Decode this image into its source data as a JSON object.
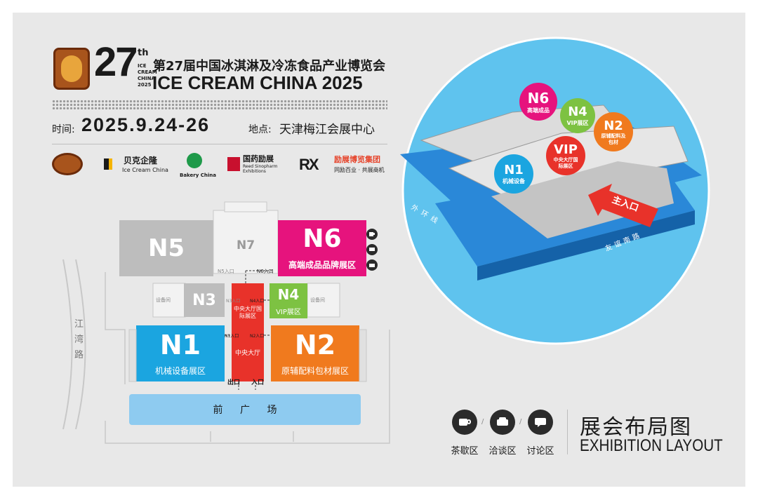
{
  "header": {
    "logo_text": "ICE CREAM CHINA",
    "edition_number": "27",
    "edition_suffix": "th",
    "edition_small_text": "ICE CREAM CHINA 2025",
    "title_cn": "第27届中国冰淇淋及冷冻食品产业博览会",
    "title_en": "ICE CREAM CHINA 2025",
    "date_label": "时间:",
    "date_value": "2025.9.24-26",
    "venue_label": "地点:",
    "venue_value": "天津梅江会展中心"
  },
  "partners": [
    {
      "name": "贝克企隆",
      "sub": "Ice Cream China"
    },
    {
      "name": "Bakery China",
      "sub": ""
    },
    {
      "name": "国药励展",
      "sub": "Reed Sinopharm Exhibitions"
    },
    {
      "name": "励展博览集团",
      "sub": "同励百业 · 共展商机"
    }
  ],
  "floorplan": {
    "halls": {
      "n5": {
        "code": "N5"
      },
      "n7": {
        "code": "N7"
      },
      "n6": {
        "code": "N6",
        "label": "高端成品品牌展区"
      },
      "n3": {
        "code": "N3"
      },
      "n4": {
        "code": "N4",
        "label": "VIP展区"
      },
      "n1": {
        "code": "N1",
        "label": "机械设备展区"
      },
      "n2": {
        "code": "N2",
        "label": "原辅配料包材展区"
      }
    },
    "central_hall_top": "中央大厅国际展区",
    "central_hall_bottom": "中央大厅",
    "entrances": {
      "n6": "N6入口",
      "n4": "N4入口",
      "n1": "N1入口",
      "n2": "N2入口",
      "n5": "N5入口",
      "n3": "N3入口"
    },
    "exit": "出口",
    "entry": "入口",
    "equipment_room": "设备间",
    "plaza": "前 广 场",
    "road": "江湾路"
  },
  "aerial": {
    "n6": {
      "code": "N6",
      "label": "高端成品"
    },
    "n4": {
      "code": "N4",
      "label": "VIP展区"
    },
    "n2": {
      "code": "N2",
      "label": "原辅配料及包材"
    },
    "vip": {
      "code": "VIP",
      "label": "中央大厅国际展区"
    },
    "n1": {
      "code": "N1",
      "label": "机械设备"
    },
    "main_entrance": "主入口",
    "road_outer": "外环线",
    "road_south": "友谊南路"
  },
  "legend": {
    "items": [
      {
        "icon": "coffee-cup-icon",
        "label": "茶歇区"
      },
      {
        "icon": "armchair-icon",
        "label": "洽谈区"
      },
      {
        "icon": "chat-bubble-icon",
        "label": "讨论区"
      }
    ],
    "title_cn": "展会布局图",
    "title_en": "EXHIBITION LAYOUT"
  },
  "colors": {
    "n1": "#1ba5e0",
    "n2": "#f07a1e",
    "n4": "#7dc242",
    "n6": "#e6137d",
    "central": "#e8322a",
    "plaza": "#8ecbf0",
    "aerial_circle": "#5fc3ee",
    "gray_hall": "#b5b5b5"
  }
}
